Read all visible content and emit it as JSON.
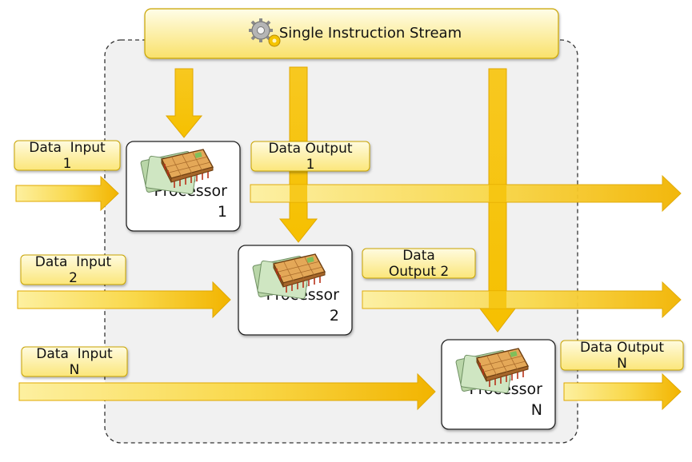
{
  "header": {
    "title": "Single Instruction Stream",
    "icon": "gears-icon"
  },
  "inputs": [
    {
      "line1": "Data  Input",
      "line2": "1"
    },
    {
      "line1": "Data  Input",
      "line2": "2"
    },
    {
      "line1": "Data  Input",
      "line2": "N"
    }
  ],
  "outputs": [
    {
      "line1": "Data Output",
      "line2": "1"
    },
    {
      "line1": "Data",
      "line2": "Output 2"
    },
    {
      "line1": "Data Output",
      "line2": "N"
    }
  ],
  "processors": [
    {
      "word": "Processor",
      "index": "1"
    },
    {
      "word": "Processor",
      "index": "2"
    },
    {
      "word": "Processor",
      "index": "N"
    }
  ],
  "colors": {
    "accent": "#f5c400",
    "arrow_light": "#fdf0a0",
    "panel": "#f1f1f1"
  }
}
